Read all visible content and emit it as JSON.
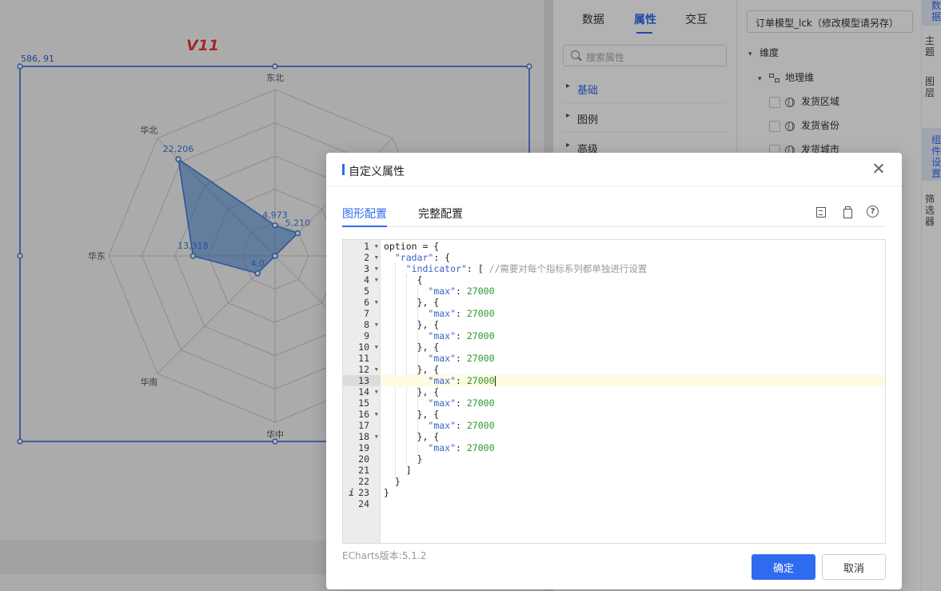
{
  "canvas": {
    "chart_title": "V11",
    "coord_label": "586, 91"
  },
  "chart_data": {
    "type": "radar",
    "indicators": [
      "东北",
      "",
      "",
      "",
      "华中",
      "华南",
      "华东",
      "华北"
    ],
    "values": [
      4973,
      5210,
      0,
      0,
      0,
      4000,
      13318,
      22206
    ],
    "value_labels": [
      "4,973",
      "5,210",
      "",
      "",
      "",
      "4,0",
      "13,318",
      "22,206"
    ],
    "max": 27000,
    "series_color": "#3a7bd5"
  },
  "prop_panel": {
    "tabs": [
      "数据",
      "属性",
      "交互"
    ],
    "active_tab": "属性",
    "search_placeholder": "搜索属性",
    "sections": [
      "基础",
      "图例",
      "高级"
    ]
  },
  "data_panel": {
    "model": "订单模型_lck（修改模型请另存）",
    "dimension_label": "维度",
    "geo_label": "地理维",
    "fields": [
      "发货区域",
      "发货省份",
      "发货城市"
    ]
  },
  "side_strip": {
    "items": [
      "数据",
      "主题",
      "图层",
      "组件设置",
      "筛选器"
    ]
  },
  "dialog": {
    "title": "自定义属性",
    "tabs": [
      "图形配置",
      "完整配置"
    ],
    "active_tab": "图形配置",
    "help_glyph": "?",
    "code_lines": [
      "option = {",
      "  \"radar\": {",
      "    \"indicator\": [ //需要对每个指标系列都单独进行设置",
      "      {",
      "        \"max\": 27000",
      "      }, {",
      "        \"max\": 27000",
      "      }, {",
      "        \"max\": 27000",
      "      }, {",
      "        \"max\": 27000",
      "      }, {",
      "        \"max\": 27000",
      "      }, {",
      "        \"max\": 27000",
      "      }, {",
      "        \"max\": 27000",
      "      }, {",
      "        \"max\": 27000",
      "      }",
      "    ]",
      "  }",
      "}",
      ""
    ],
    "line_numbers": [
      "1",
      "2",
      "3",
      "4",
      "5",
      "6",
      "7",
      "8",
      "9",
      "10",
      "11",
      "12",
      "13",
      "14",
      "15",
      "16",
      "17",
      "18",
      "19",
      "20",
      "21",
      "22",
      "23",
      "24"
    ],
    "info_marker": "i",
    "active_line": "13",
    "version_text": "ECharts版本:5.1.2",
    "ok_label": "确定",
    "cancel_label": "取消"
  }
}
